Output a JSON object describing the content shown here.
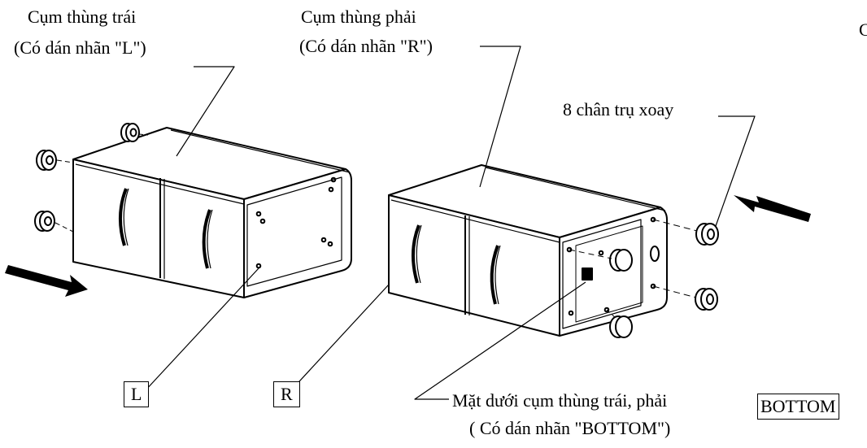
{
  "labels": {
    "left_title": "Cụm thùng trái",
    "left_sub": "(Có dán nhãn \"L\")",
    "right_title": "Cụm thùng phải",
    "right_sub": "(Có dán nhãn \"R\")",
    "casters": "8 chân trụ xoay",
    "bottom_line1": "Mặt dưới cụm thùng trái, phải",
    "bottom_line2": "( Có dán nhãn \"BOTTOM\")",
    "tag_l": "L",
    "tag_r": "R",
    "tag_bottom": "BOTTOM",
    "edge_char": "C"
  }
}
